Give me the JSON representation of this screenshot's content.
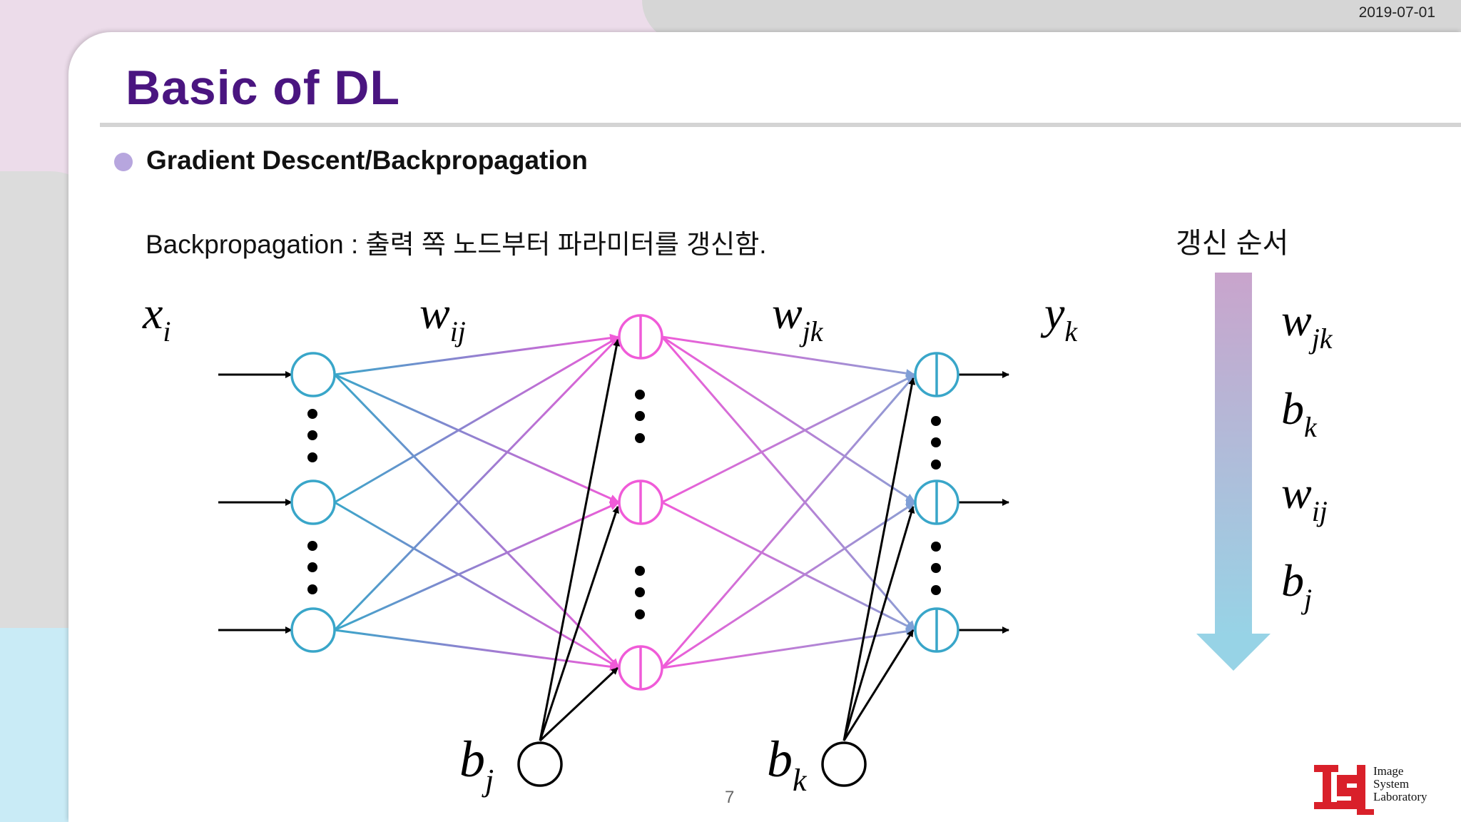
{
  "date": "2019-07-01",
  "title": "Basic of DL",
  "subtitle": "Gradient Descent/Backpropagation",
  "description": "Backpropagation : 출력 쪽 노드부터 파라미터를 갱신함.",
  "update_order": {
    "title": "갱신 순서",
    "items": [
      {
        "base": "w",
        "sub": "jk"
      },
      {
        "base": "b",
        "sub": "k"
      },
      {
        "base": "w",
        "sub": "ij"
      },
      {
        "base": "b",
        "sub": "j"
      }
    ]
  },
  "network_labels": {
    "input": {
      "base": "x",
      "sub": "i"
    },
    "w_in": {
      "base": "w",
      "sub": "ij"
    },
    "w_out": {
      "base": "w",
      "sub": "jk"
    },
    "output": {
      "base": "y",
      "sub": "k"
    },
    "bias_hidden": {
      "base": "b",
      "sub": "j"
    },
    "bias_output": {
      "base": "b",
      "sub": "k"
    }
  },
  "page_number": "7",
  "logo": {
    "line1": "Image",
    "line2": "System",
    "line3": "Laboratory"
  },
  "colors": {
    "title": "#4a1580",
    "input_node": "#39a6c9",
    "hidden_node": "#f05bd8",
    "output_node": "#39a6c9",
    "arrow_top": "#c9a4cc",
    "arrow_bottom": "#97d3e6",
    "logo_red": "#d9202a"
  }
}
